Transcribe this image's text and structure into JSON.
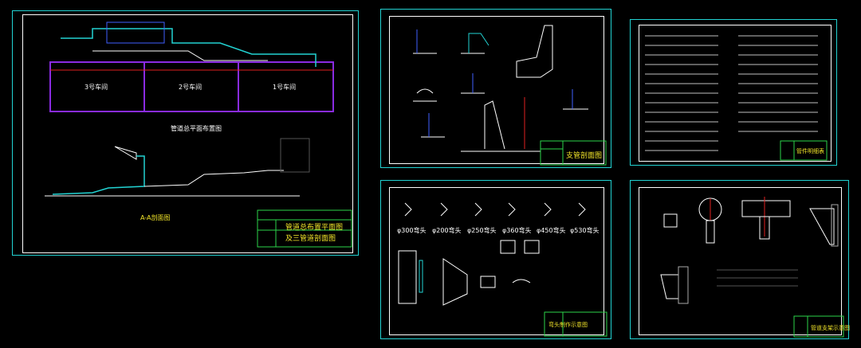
{
  "sheet1": {
    "rooms": [
      "3号车间",
      "2号车间",
      "1号车间"
    ],
    "plan_title": "管道总平面布置图",
    "section_title": "A-A剖面图",
    "title_block": [
      "管道总布置平面图",
      "及三管道剖面图"
    ]
  },
  "sheet2": {
    "title_block": "支管剖面图"
  },
  "sheet3": {
    "title_block": "管件明细表"
  },
  "sheet4": {
    "elbows": [
      "φ300弯头",
      "φ200弯头",
      "φ250弯头",
      "φ360弯头",
      "φ450弯头",
      "φ530弯头"
    ],
    "title_block": "弯头制作示意图"
  },
  "sheet5": {
    "title_block": "管道支架示意图"
  },
  "colors": {
    "frame": "#22d3d3",
    "inner": "#ffffff",
    "titleblock": "#2bd44a",
    "text": "#f3e62a",
    "pipe": "#8a2be2"
  }
}
